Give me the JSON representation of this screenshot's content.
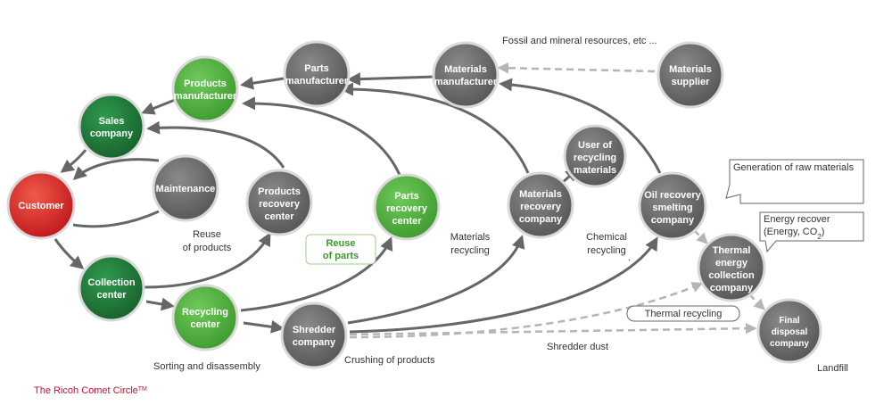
{
  "colors": {
    "red": "#d91c1c",
    "dark_green": "#1f7a3a",
    "light_green": "#4cae3a",
    "gray": "#6b6b6b",
    "arrow": "#666666",
    "dashed": "#b5b5b5",
    "title": "#c8102e"
  },
  "nodes": {
    "customer": [
      "Customer"
    ],
    "sales_company": [
      "Sales",
      "company"
    ],
    "products_manufacturer": [
      "Products",
      "manufacturer"
    ],
    "parts_manufacturer": [
      "Parts",
      "manufacturer"
    ],
    "materials_manufacturer": [
      "Materials",
      "manufacturer"
    ],
    "materials_supplier": [
      "Materials",
      "supplier"
    ],
    "maintenance": [
      "Maintenance"
    ],
    "products_recovery_center": [
      "Products",
      "recovery",
      "center"
    ],
    "parts_recovery_center": [
      "Parts",
      "recovery",
      "center"
    ],
    "materials_recovery_company": [
      "Materials",
      "recovery",
      "company"
    ],
    "user_of_recycling_materials": [
      "User of",
      "recycling",
      "materials"
    ],
    "oil_recovery_smelting_company": [
      "Oil recovery",
      "smelting",
      "company"
    ],
    "thermal_energy_collection_company": [
      "Thermal",
      "energy",
      "collection",
      "company"
    ],
    "final_disposal_company": [
      "Final",
      "disposal",
      "company"
    ],
    "collection_center": [
      "Collection",
      "center"
    ],
    "recycling_center": [
      "Recycling",
      "center"
    ],
    "shredder_company": [
      "Shredder",
      "company"
    ]
  },
  "annotations": {
    "fossil": "Fossil and mineral resources, etc ...",
    "reuse_of_products": [
      "Reuse",
      "of products"
    ],
    "materials_recycling": [
      "Materials",
      "recycling"
    ],
    "chemical_recycling": [
      "Chemical",
      "recycling"
    ],
    "chemical_dot": ".",
    "sorting": "Sorting and disassembly",
    "crushing": "Crushing of products",
    "shredder_dust": "Shredder dust",
    "landfill": "Landfill"
  },
  "callouts": {
    "generation": "Generation of raw materials",
    "energy_recover": [
      "Energy recover",
      "(Energy, CO",
      "2",
      ")"
    ],
    "thermal_recycling": "Thermal recycling",
    "reuse_of_parts": [
      "Reuse",
      "of parts"
    ]
  },
  "footer": {
    "title": "The Ricoh Comet Circle",
    "tm": "TM"
  }
}
